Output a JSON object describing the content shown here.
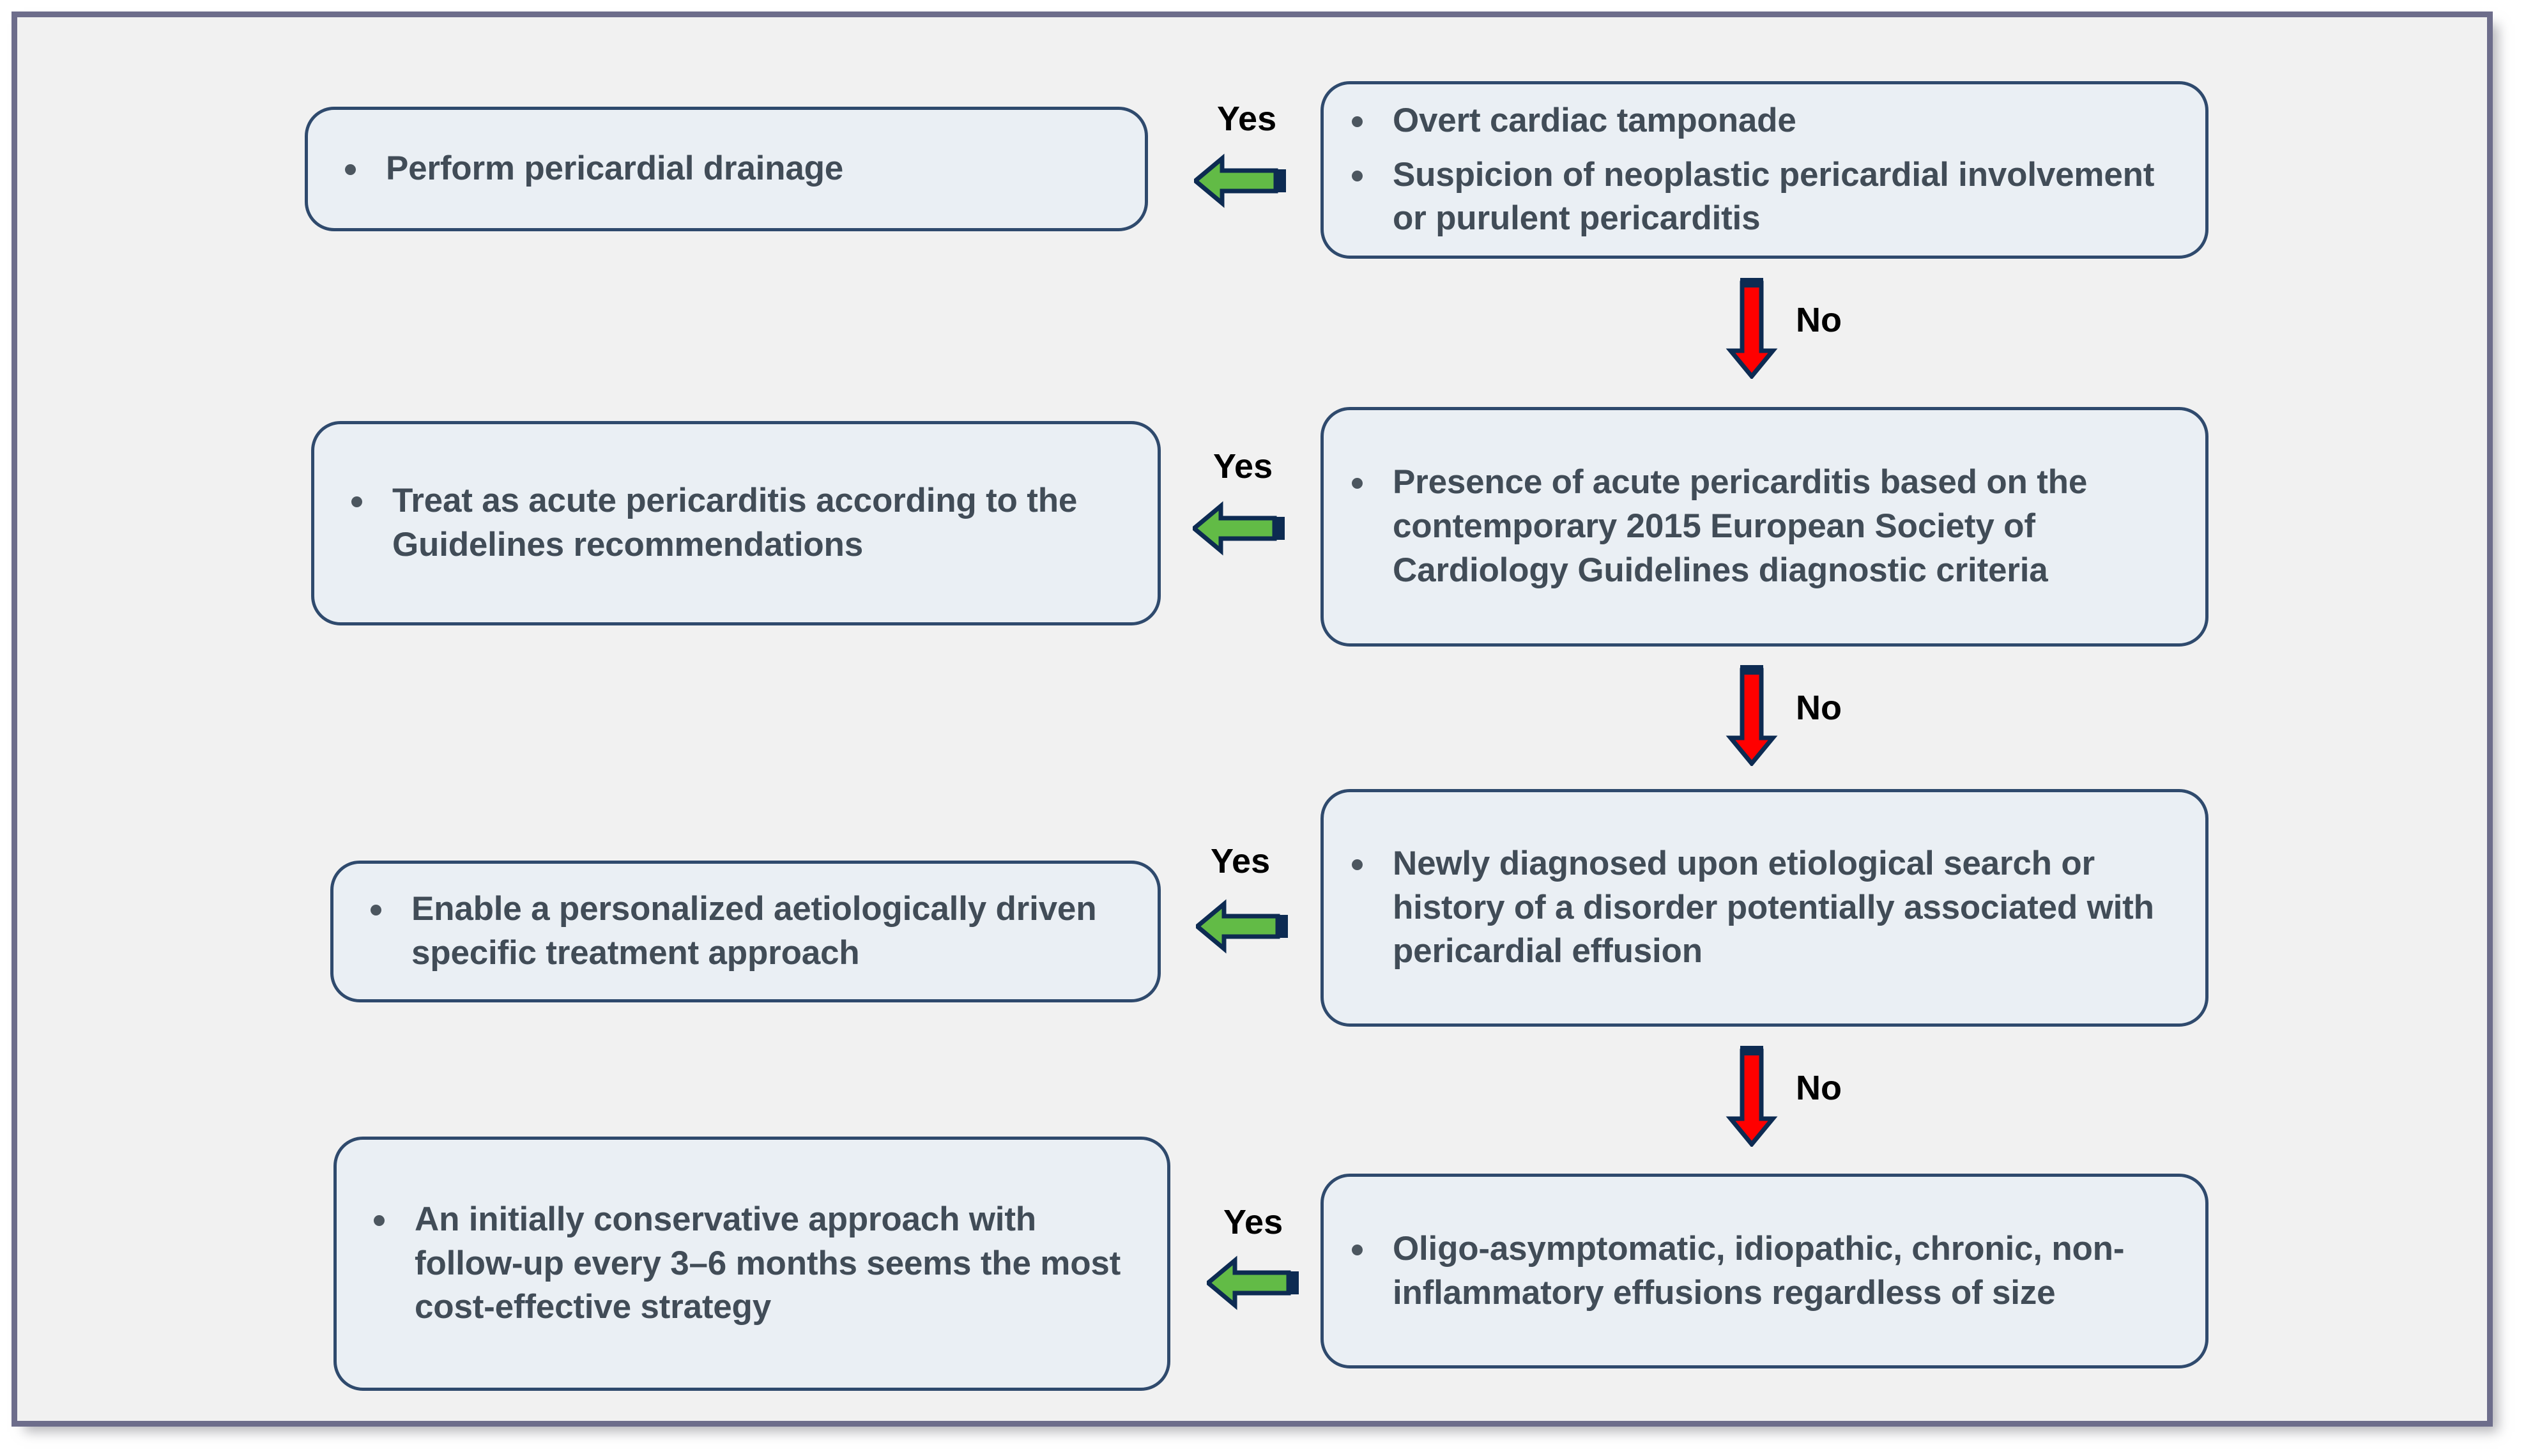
{
  "figure": {
    "colors": {
      "frame_border": "#6d6d8b",
      "canvas_background": "#f1f1f1",
      "node_fill": "#eaeff4",
      "node_border": "#2f4a6d",
      "node_text": "#414c57",
      "yes_arrow_fill": "#62bb46",
      "yes_arrow_outline": "#0d2b52",
      "no_arrow_fill": "#ff0000",
      "no_arrow_outline": "#0d2b52",
      "label_text": "#000000"
    }
  },
  "nodes": {
    "decision_1": {
      "id": "decision-overt-tamponade",
      "items": [
        "Overt cardiac tamponade",
        "Suspicion of neoplastic pericardial involvement or purulent pericarditis"
      ]
    },
    "action_1": {
      "id": "action-pericardial-drainage",
      "items": [
        "Perform pericardial drainage"
      ]
    },
    "decision_2": {
      "id": "decision-acute-pericarditis",
      "items": [
        "Presence of acute pericarditis based on the contemporary 2015 European Society of Cardiology Guidelines diagnostic criteria"
      ]
    },
    "action_2": {
      "id": "action-treat-acute-pericarditis",
      "items": [
        "Treat as acute pericarditis according to the Guidelines recommendations"
      ]
    },
    "decision_3": {
      "id": "decision-etiological-search",
      "items": [
        "Newly diagnosed upon etiological search  or history of a disorder potentially associated with pericardial effusion"
      ]
    },
    "action_3": {
      "id": "action-personalized-treatment",
      "items": [
        "Enable a personalized aetiologically driven specific treatment approach"
      ]
    },
    "decision_4": {
      "id": "decision-oligo-asymptomatic",
      "items": [
        "Oligo-asymptomatic, idiopathic, chronic, non-inflammatory effusions regardless of size"
      ]
    },
    "action_4": {
      "id": "action-conservative-followup",
      "items": [
        "An initially conservative approach with follow-up every 3–6 months seems the most cost-effective strategy"
      ]
    }
  },
  "edges": {
    "yes_1": {
      "label": "Yes"
    },
    "yes_2": {
      "label": "Yes"
    },
    "yes_3": {
      "label": "Yes"
    },
    "yes_4": {
      "label": "Yes"
    },
    "no_1": {
      "label": "No"
    },
    "no_2": {
      "label": "No"
    },
    "no_3": {
      "label": "No"
    }
  }
}
